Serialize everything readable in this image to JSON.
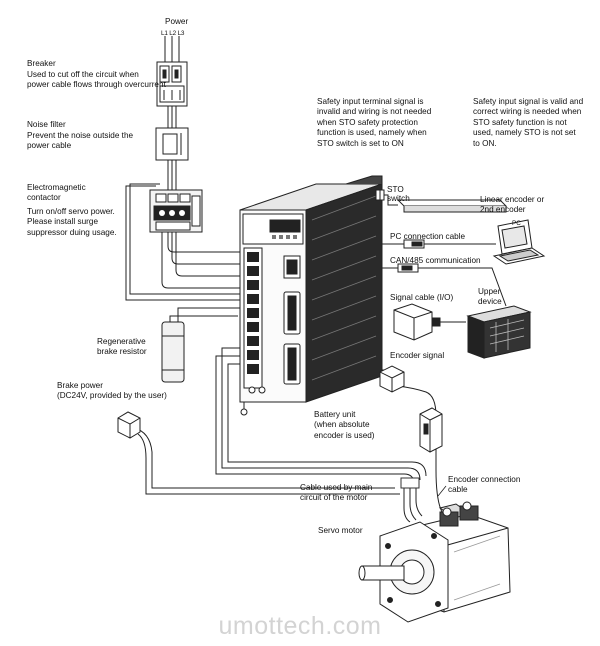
{
  "power": {
    "title": "Power",
    "phases": "L1 L2 L3"
  },
  "breaker": {
    "title": "Breaker",
    "desc": "Used to cut off the circuit when\npower cable flows through overcurrent"
  },
  "noise_filter": {
    "title": "Noise filter",
    "desc": "Prevent the noise outside the\npower cable"
  },
  "contactor": {
    "title": "Electromagnetic\ncontactor",
    "desc": "Turn on/off servo power.\nPlease install surge\nsuppressor duing usage."
  },
  "regen": {
    "title": "Regenerative\nbrake resistor"
  },
  "brake_power": {
    "title": "Brake power\n(DC24V, provided by the user)"
  },
  "sto_note_left": "Safety input terminal signal is\ninvalid and wiring is not needed\nwhen STO safety protection\nfunction is used, namely when\nSTO switch is set to  ON",
  "sto_note_right": "Safety input signal is valid and\ncorrect wiring is needed when\nSTO safety function is not\nused, namely STO is not set\nto ON.",
  "sto_switch": "STO\nswitch",
  "linear_encoder": "Linear encoder or\n2nd encoder",
  "pc_cable": "PC connection cable",
  "pc_label": "PC",
  "can485": "CAN/485 communication",
  "signal_cable": "Signal cable (I/O)",
  "upper_device": "Upper\ndevice",
  "encoder_signal": "Encoder signal",
  "battery_unit": "Battery unit\n(when absolute\nencoder is used)",
  "encoder_cable": "Encoder connection\ncable",
  "main_cable": "Cable used by main\ncircuit of the motor",
  "servo_motor": "Servo motor",
  "watermark": "umottech.com"
}
